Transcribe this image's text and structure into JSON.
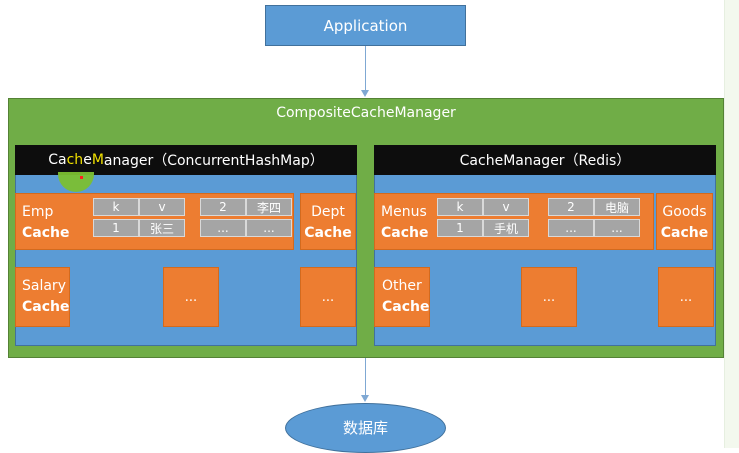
{
  "diagram": {
    "application_label": "Application",
    "composite_label": "CompositeCacheManager",
    "left_manager": {
      "title_prefix": "Ca",
      "title_highlight": "ch",
      "title_middle": "e",
      "title_highlight2": "M",
      "title_suffix": "anager（ConcurrentHashMap）",
      "emp_line1": "Emp",
      "emp_line2": "Cache",
      "emp_table": {
        "row1": [
          "k",
          "v",
          "2",
          "李四"
        ],
        "row2": [
          "1",
          "张三",
          "...",
          "..."
        ]
      },
      "dept_line1": "Dept",
      "dept_line2": "Cache",
      "salary_line1": "Salary",
      "salary_line2": "Cache",
      "more1": "...",
      "more2": "..."
    },
    "right_manager": {
      "title": "CacheManager（Redis）",
      "menus_line1": "Menus",
      "menus_line2": "Cache",
      "menus_table": {
        "row1": [
          "k",
          "v",
          "2",
          "电脑"
        ],
        "row2": [
          "1",
          "手机",
          "...",
          "..."
        ]
      },
      "goods_line1": "Goods",
      "goods_line2": "Cache",
      "other_line1": "Other",
      "other_line2": "Cache",
      "more1": "...",
      "more2": "..."
    },
    "database_label": "数据库"
  },
  "colors": {
    "blue": "#5b9bd5",
    "green": "#70ad47",
    "orange": "#ed7d31",
    "gray": "#a5a5a5",
    "black": "#0d0d0d"
  }
}
